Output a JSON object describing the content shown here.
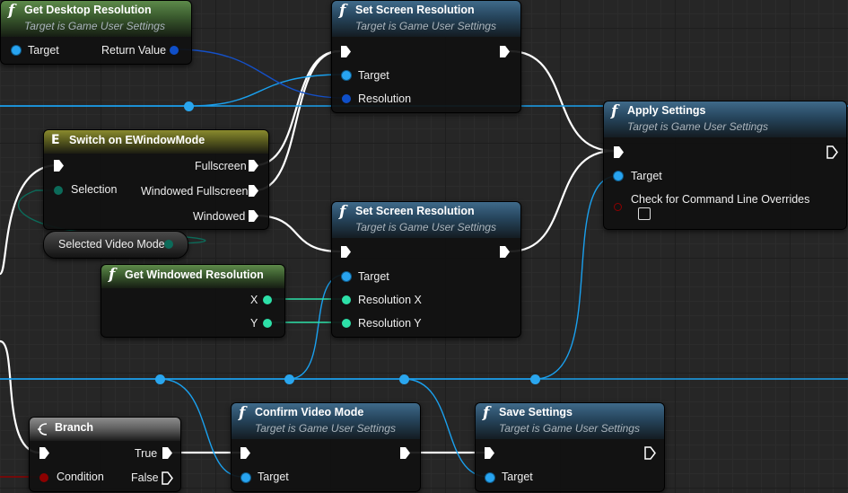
{
  "nodes": {
    "get_desktop_resolution": {
      "title": "Get Desktop Resolution",
      "subtitle": "Target is Game User Settings",
      "pins": {
        "target": "Target",
        "return_value": "Return Value"
      }
    },
    "set_screen_resolution_1": {
      "title": "Set Screen Resolution",
      "subtitle": "Target is Game User Settings",
      "pins": {
        "target": "Target",
        "resolution": "Resolution"
      }
    },
    "apply_settings": {
      "title": "Apply Settings",
      "subtitle": "Target is Game User Settings",
      "pins": {
        "target": "Target",
        "check_overrides": "Check for Command Line Overrides"
      }
    },
    "switch_window_mode": {
      "title": "Switch on EWindowMode",
      "pins": {
        "selection": "Selection",
        "fullscreen": "Fullscreen",
        "windowed_fullscreen": "Windowed Fullscreen",
        "windowed": "Windowed"
      }
    },
    "selected_video_mode": {
      "label": "Selected Video Mode"
    },
    "set_screen_resolution_2": {
      "title": "Set Screen Resolution",
      "subtitle": "Target is Game User Settings",
      "pins": {
        "target": "Target",
        "resolution_x": "Resolution X",
        "resolution_y": "Resolution Y"
      }
    },
    "get_windowed_resolution": {
      "title": "Get Windowed Resolution",
      "pins": {
        "x": "X",
        "y": "Y"
      }
    },
    "branch": {
      "title": "Branch",
      "pins": {
        "condition": "Condition",
        "true": "True",
        "false": "False"
      }
    },
    "confirm_video_mode": {
      "title": "Confirm Video Mode",
      "subtitle": "Target is Game User Settings",
      "pins": {
        "target": "Target"
      }
    },
    "save_settings": {
      "title": "Save Settings",
      "subtitle": "Target is Game User Settings",
      "pins": {
        "target": "Target"
      }
    }
  },
  "icons": {
    "function": "f",
    "switch": "E",
    "branch": "branch-icon"
  },
  "colors": {
    "exec_wire": "#ffffff",
    "object_wire": "#1aa0ee",
    "vector_wire": "#1450c8",
    "int_wire": "#2de0a8",
    "byte_wire": "#0c6b5a",
    "bool_wire": "#8c0000",
    "function_header": "#3f6a8a",
    "pure_header": "#5d8a4a",
    "switch_header": "#8a8a2e",
    "branch_header": "#8e8e8e"
  }
}
